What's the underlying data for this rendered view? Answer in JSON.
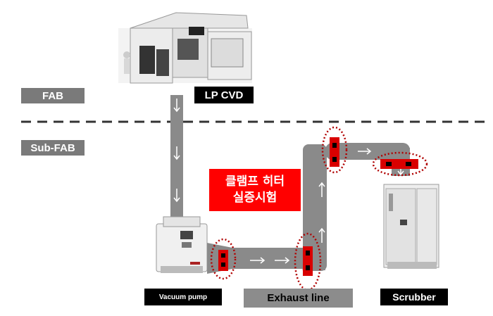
{
  "zones": {
    "fab": "FAB",
    "sub_fab": "Sub-FAB"
  },
  "equipment": {
    "lpcvd": "LP CVD",
    "vacuum_pump": "Vacuum pump",
    "exhaust_line": "Exhaust line",
    "scrubber": "Scrubber"
  },
  "heater_test": {
    "line1": "클램프 히터",
    "line2": "실증시험"
  },
  "colors": {
    "pipe": "#8a8a8a",
    "heater": "#d90000",
    "marker": "#b00000",
    "label_bg": "#7a7a7a"
  }
}
